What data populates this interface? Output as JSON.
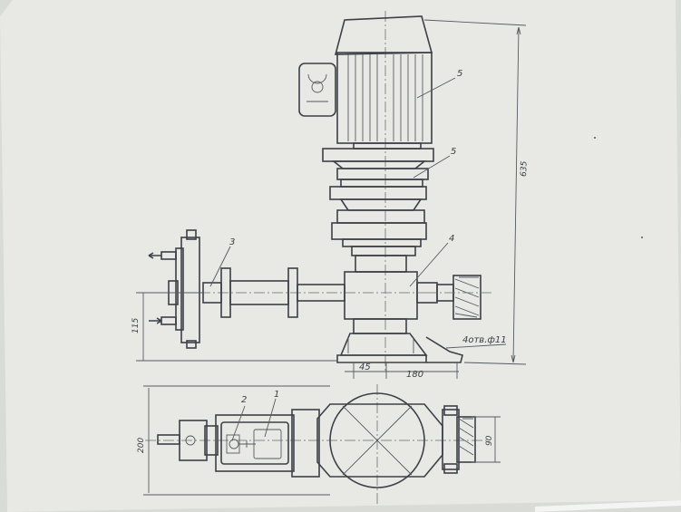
{
  "callouts": {
    "c1": "1",
    "c2": "2",
    "c3": "3",
    "c4": "4",
    "c5a": "5",
    "c5b": "5"
  },
  "dimensions": {
    "height_total": "635",
    "height_axis": "115",
    "offset_45": "45",
    "length_180": "180",
    "holes": "4отв.ф11",
    "width_200": "200",
    "width_90": "90"
  },
  "colors": {
    "paper": "#e8e9e4",
    "ink": "#3c4048",
    "background": "#d9dbd6"
  }
}
